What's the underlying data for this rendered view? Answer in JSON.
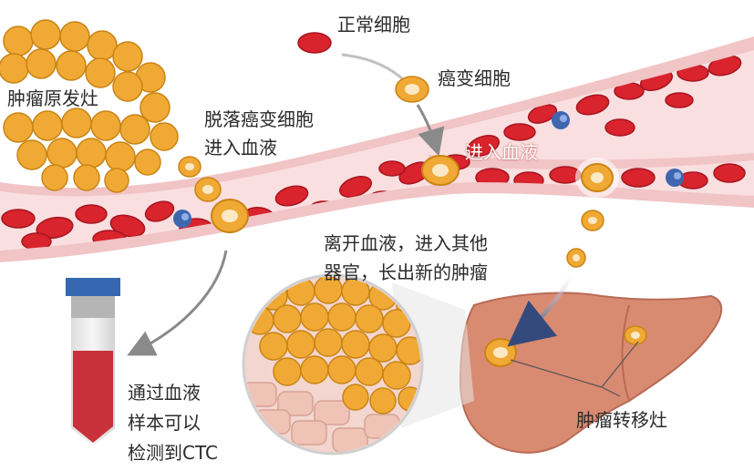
{
  "labels": {
    "primary_tumor": "肿瘤原发灶",
    "normal_cell": "正常细胞",
    "cancer_cell": "癌变细胞",
    "detached_line1": "脱落癌变细胞",
    "detached_line2": "进入血液",
    "enter_blood": "进入血液",
    "leave_line1": "离开血液，进入其他",
    "leave_line2": "器官，长出新的肿瘤",
    "detect_line1": "通过血液",
    "detect_line2": "样本可以",
    "detect_line3": "检测到CTC",
    "metastasis": "肿瘤转移灶"
  },
  "colors": {
    "vessel_wall": "#f1c4c6",
    "plasma": "#f9dfe0",
    "red_cell": "#d9232d",
    "red_cell_dark": "#a51620",
    "tumor_cell": "#f0a934",
    "tumor_edge": "#c98414",
    "white_cell": "#3f67b0",
    "liver": "#d98b72",
    "liver_edge": "#b86a55",
    "arrow": "#8a8a8a",
    "arrow_dark": "#354a7c",
    "tube_cap": "#3568b0",
    "tube_blood": "#c9313a",
    "text": "#2b2b2b"
  }
}
